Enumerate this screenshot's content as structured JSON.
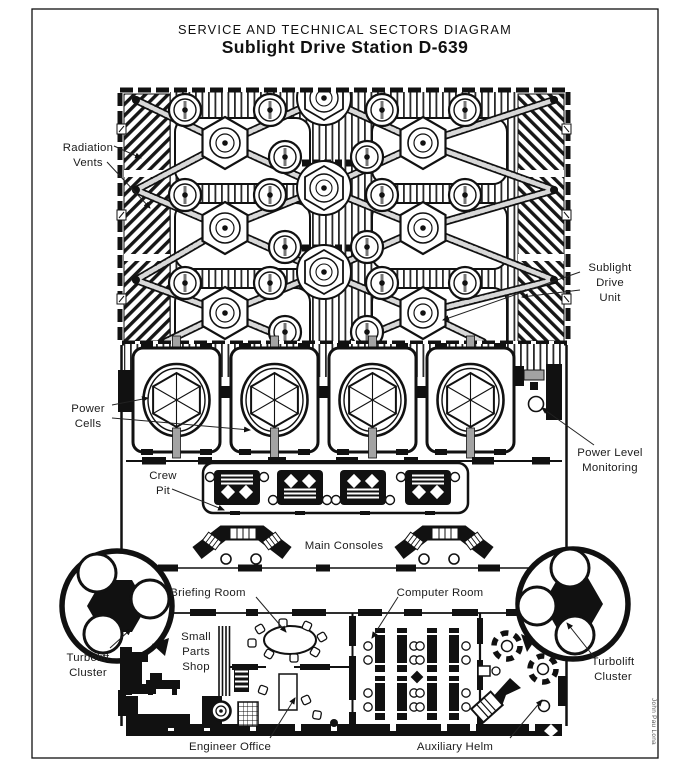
{
  "page": {
    "title_line1": "SERVICE AND TECHNICAL SECTORS DIAGRAM",
    "title_line2": "Sublight Drive Station D-639",
    "credit": "John Pau Lona"
  },
  "colors": {
    "ink": "#1a1a1a",
    "paper": "#ffffff",
    "strut_fill": "#d8d8d8",
    "machinery_gray": "#a3a3a3"
  },
  "labels": {
    "radiation_vents": [
      "Radiation",
      "Vents"
    ],
    "sublight_drive_unit": [
      "Sublight",
      "Drive",
      "Unit"
    ],
    "power_cells": [
      "Power",
      "Cells"
    ],
    "power_level_monitoring": [
      "Power Level",
      "Monitoring"
    ],
    "crew_pit": [
      "Crew",
      "Pit"
    ],
    "main_consoles": "Main Consoles",
    "briefing_room": "Briefing Room",
    "computer_room": "Computer Room",
    "small_parts_shop": [
      "Small",
      "Parts",
      "Shop"
    ],
    "turbolift_cluster_left": [
      "Turbolift",
      "Cluster"
    ],
    "turbolift_cluster_right": [
      "Turbolift",
      "Cluster"
    ],
    "engineer_office": "Engineer Office",
    "auxiliary_helm": "Auxiliary Helm"
  }
}
